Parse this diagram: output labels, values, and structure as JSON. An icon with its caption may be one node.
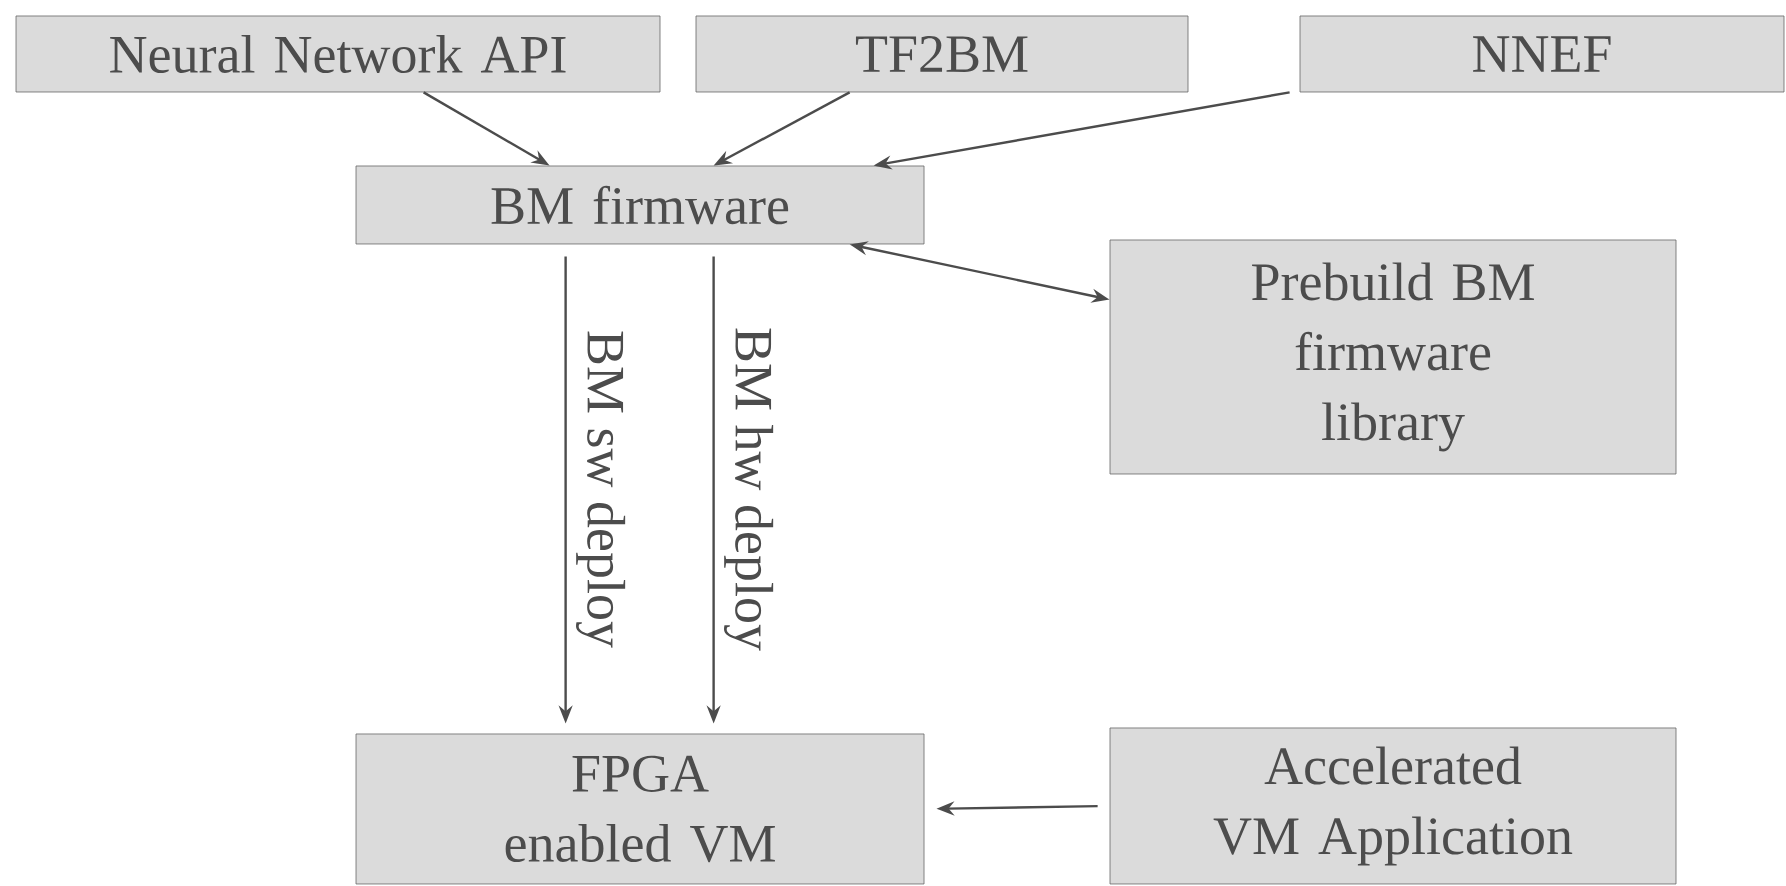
{
  "diagram": {
    "nodes": [
      {
        "text": [
          "Neural Network API"
        ]
      },
      {
        "text": [
          "TF2BM"
        ]
      },
      {
        "text": [
          "NNEF"
        ]
      },
      {
        "text": [
          "BM firmware"
        ]
      },
      {
        "text": [
          "Prebuild BM firmware library"
        ]
      },
      {
        "text": [
          "FPGA enabled VM"
        ]
      },
      {
        "text": [
          "Accelerated VM Application"
        ]
      }
    ],
    "edges": [
      {
        "from": 0,
        "to": 3,
        "arrow": "to"
      },
      {
        "from": 1,
        "to": 3,
        "arrow": "to"
      },
      {
        "from": 2,
        "to": 3,
        "arrow": "to"
      },
      {
        "from": 3,
        "to": 4,
        "arrow": "both"
      },
      {
        "from": 3,
        "to": 5,
        "arrow": "to",
        "label": "BM sw deploy"
      },
      {
        "from": 3,
        "to": 5,
        "arrow": "to",
        "label": "BM hw deploy"
      },
      {
        "from": 6,
        "to": 5,
        "arrow": "to"
      }
    ]
  }
}
